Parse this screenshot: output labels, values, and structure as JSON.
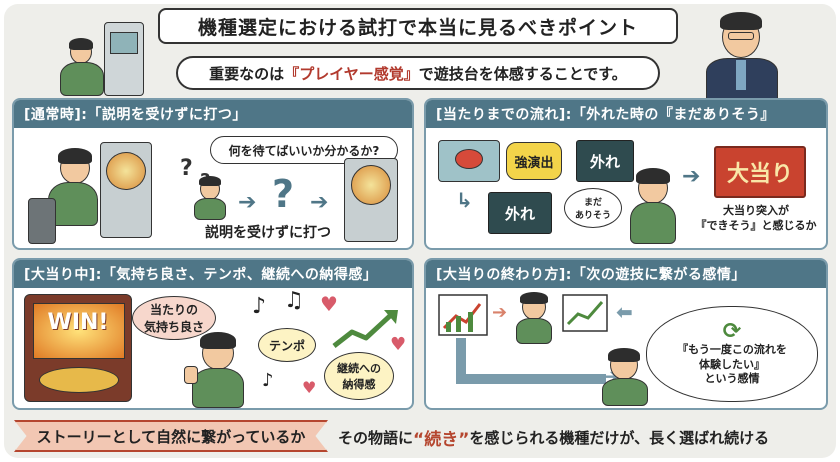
{
  "title": "機種選定における試打で本当に見るべきポイント",
  "subtitle": {
    "prefix": "重要なのは",
    "highlight": "『プレイヤー感覚』",
    "suffix": "で遊技台を体感することです。"
  },
  "panels": {
    "normal": {
      "header": "[通常時]:「説明を受けずに打つ」",
      "bubble": "何を待てばいいか分かるか?",
      "caption": "説明を受けずに打つ"
    },
    "flow": {
      "header": "[当たりまでの流れ]:「外れた時の『まだありそう』",
      "strong": "強演出",
      "miss1": "外れ",
      "miss2": "外れ",
      "still": "まだ\nありそう",
      "jackpot": "大当り",
      "caption": "大当り突入が\n『できそう』と感じるか"
    },
    "during": {
      "header": "[大当り中]:「気持ち良さ、テンポ、継続への納得感」",
      "win": "WIN!",
      "feeling": "当たりの\n気持ち良さ",
      "tempo": "テンポ",
      "continue": "継続への\n納得感"
    },
    "end": {
      "header": "[大当りの終わり方]:「次の遊技に繋がる感情」",
      "thought": "『もう一度この流れを\n体験したい』\nという感情"
    }
  },
  "footer": {
    "left": "ストーリーとして自然に繋がっているか",
    "right_prefix": "その物語に",
    "right_quote": "“続き”",
    "right_suffix": "を感じられる機種だけが、長く選ばれ続ける"
  },
  "colors": {
    "header_bg": "#4f7687",
    "accent": "#b5462f",
    "jackpot_bg": "#c9432f",
    "dark_box": "#2f4b4f"
  }
}
